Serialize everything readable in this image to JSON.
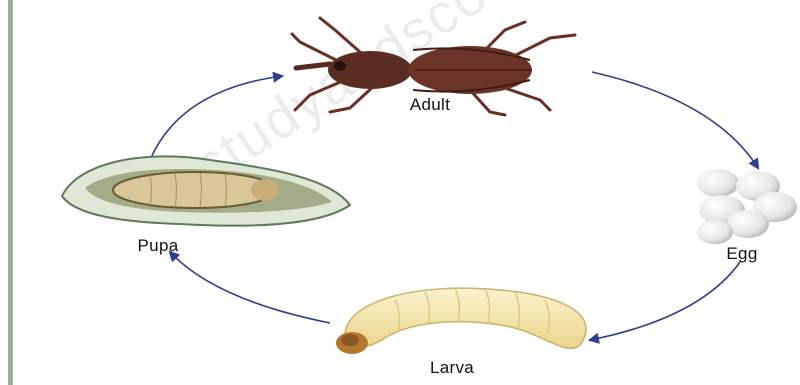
{
  "diagram": {
    "stages": [
      {
        "id": "adult",
        "label": "Adult",
        "icon": "beetle-icon"
      },
      {
        "id": "egg",
        "label": "Egg",
        "icon": "eggs-icon"
      },
      {
        "id": "larva",
        "label": "Larva",
        "icon": "grub-icon"
      },
      {
        "id": "pupa",
        "label": "Pupa",
        "icon": "pupa-icon"
      }
    ],
    "arrow_color": "#2e3f8f",
    "watermark": "@studyandscore.com"
  }
}
